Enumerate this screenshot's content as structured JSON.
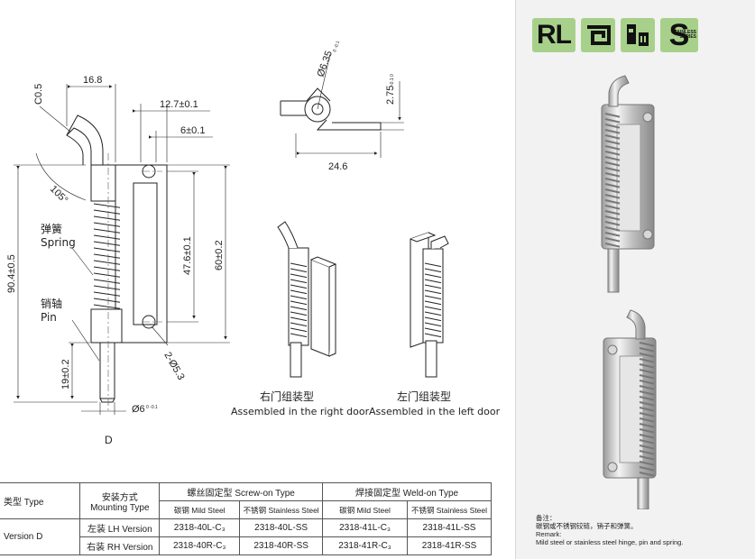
{
  "dims": {
    "co5": "C0.5",
    "w168": "16.8",
    "w127": "12.7±0.1",
    "w6": "6±0.1",
    "a105": "105°",
    "h904": "90.4±0.5",
    "h476": "47.6±0.1",
    "h60": "60±0.2",
    "h19": "19±0.2",
    "hole": "2-Ø5.3",
    "pin": "Ø6",
    "pin_tol": "0\n-0.1",
    "d635": "Ø6.35",
    "d635_tol": "0\n-0.1",
    "t275": "2.75",
    "t275_tol": "-0.1\n0",
    "w246": "24.6",
    "view_d": "D"
  },
  "labels": {
    "spring_cn": "弹簧",
    "spring_en": "Spring",
    "pin_cn": "销轴",
    "pin_en": "Pin",
    "right_cn": "右门组装型",
    "right_en": "Assembled in the right door",
    "left_cn": "左门组装型",
    "left_en": "Assembled in the left door"
  },
  "badges": {
    "rl": "RL",
    "s": "S",
    "s_small": "STAINLESS SERIES"
  },
  "remark": {
    "cn_title": "备注：",
    "cn_text": "碳钢或不锈钢铰链，销子和弹簧。",
    "en_title": "Remark:",
    "en_text": "Mild steel or stainless steel hinge, pin and spring."
  },
  "table": {
    "type_header": "类型 Type",
    "mount_header_cn": "安装方式",
    "mount_header_en": "Mounting Type",
    "screw_header": "螺丝固定型 Screw-on Type",
    "weld_header": "焊接固定型 Weld-on Type",
    "mild_steel": "碳钢 Mild Steel",
    "stainless_steel": "不锈钢 Stainless Steel",
    "version": "Version D",
    "rows": [
      {
        "mount": "左装 LH Version",
        "screw_mild": "2318-40L-C₃",
        "screw_ss": "2318-40L-SS",
        "weld_mild": "2318-41L-C₃",
        "weld_ss": "2318-41L-SS"
      },
      {
        "mount": "右装 RH Version",
        "screw_mild": "2318-40R-C₃",
        "screw_ss": "2318-40R-SS",
        "weld_mild": "2318-41R-C₃",
        "weld_ss": "2318-41R-SS"
      }
    ]
  }
}
